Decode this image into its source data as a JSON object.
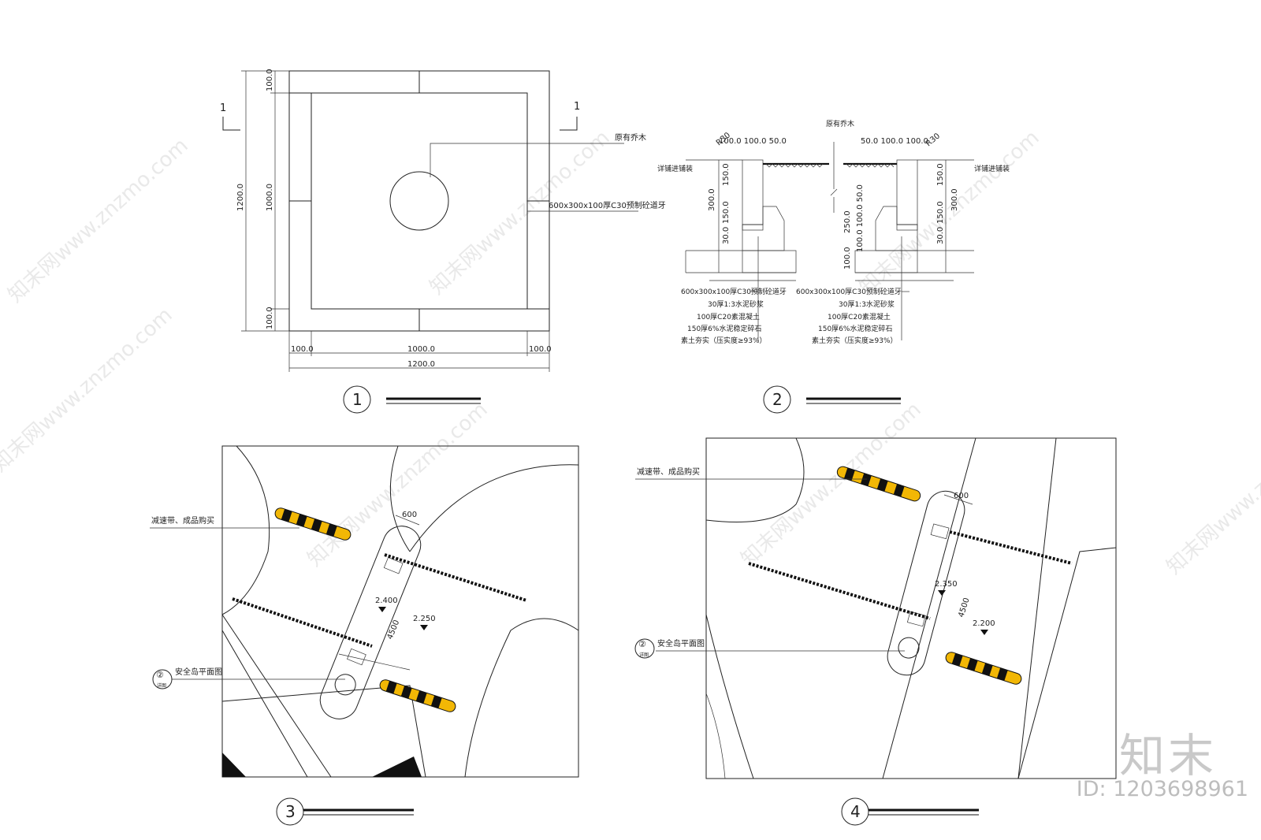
{
  "watermark": {
    "text": "知末网www.znzmo.com",
    "brand": "知末",
    "id_text": "ID: 1203698961"
  },
  "drawing1": {
    "number": "1",
    "section_mark": "1",
    "tree_label": "原有乔木",
    "curb_label": "600x300x100厚C30预制砼道牙",
    "dims": {
      "top_edge": "100.0",
      "middle": "1000.0",
      "bottom_edge": "100.0",
      "total": "1200.0",
      "left_edge": "100.0",
      "center": "1000.0",
      "right_edge": "100.0",
      "width_total": "1200.0"
    }
  },
  "drawing2": {
    "number": "2",
    "tree_label": "原有乔木",
    "radius": "R30",
    "paving_label": "详铺进铺装",
    "dims_left_top": "100.0 100.0 50.0",
    "dims_right_top": "50.0 100.0 100.0",
    "dims_left": [
      "150.0",
      "300.0",
      "150.0",
      "30.0"
    ],
    "dims_right": [
      "150.0",
      "300.0",
      "150.0",
      "30.0",
      "250.0",
      "100.0 100.0 50.0",
      "100.0"
    ],
    "layers": [
      "600x300x100厚C30预制砼道牙",
      "30厚1:3水泥砂浆",
      "100厚C20素混凝土",
      "150厚6%水泥稳定碎石",
      "素土夯实（压实度≥93%）"
    ]
  },
  "drawing3": {
    "number": "3",
    "speed_bump_label": "减速带、成品购买",
    "island_label": "安全岛平面图",
    "callout": "②",
    "callout_ref": "详图",
    "dim_width": "600",
    "dim_length": "4500",
    "elev_island": "2.400",
    "elev_road": "2.250"
  },
  "drawing4": {
    "number": "4",
    "speed_bump_label": "减速带、成品购买",
    "island_label": "安全岛平面图",
    "callout": "②",
    "callout_ref": "详图",
    "dim_width": "600",
    "dim_length": "4500",
    "elev_island": "2.350",
    "elev_road": "2.200"
  },
  "colors": {
    "line": "#222222",
    "bump_yellow": "#f2b705",
    "bump_black": "#111111",
    "watermark": "#d8d8d8"
  }
}
